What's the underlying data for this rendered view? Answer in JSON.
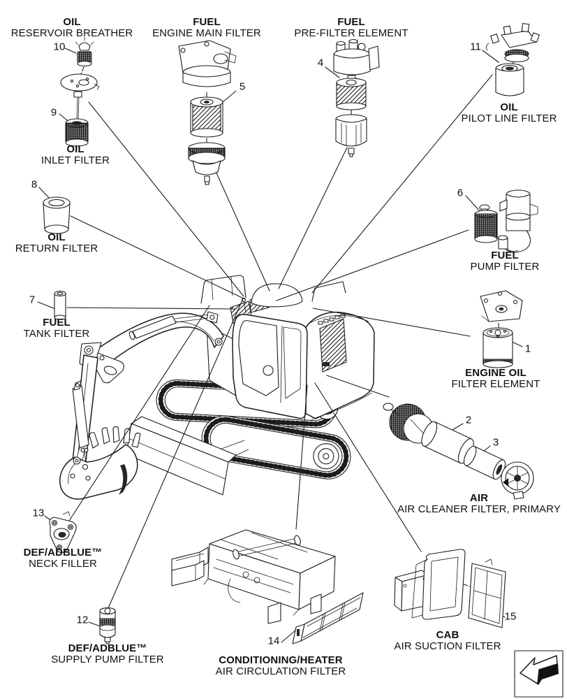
{
  "page": {
    "background": "#ffffff",
    "ink": "#1c1c1c"
  },
  "diagram": {
    "subject": "excavator-filters-exploded-parts-diagram",
    "labels": {
      "reservoir_breather": {
        "title": "OIL",
        "subtitle": "RESERVOIR BREATHER"
      },
      "inlet_filter": {
        "title": "OIL",
        "subtitle": "INLET FILTER"
      },
      "engine_main_filter": {
        "title": "FUEL",
        "subtitle": "ENGINE MAIN FILTER"
      },
      "pre_filter": {
        "title": "FUEL",
        "subtitle": "PRE-FILTER ELEMENT"
      },
      "pilot_line_filter": {
        "title": "OIL",
        "subtitle": "PILOT LINE FILTER"
      },
      "return_filter": {
        "title": "OIL",
        "subtitle": "RETURN FILTER"
      },
      "pump_filter": {
        "title": "FUEL",
        "subtitle": "PUMP FILTER"
      },
      "tank_filter": {
        "title": "FUEL",
        "subtitle": "TANK FILTER"
      },
      "engine_oil": {
        "title": "ENGINE OIL",
        "subtitle": "FILTER ELEMENT"
      },
      "air_cleaner": {
        "title": "AIR",
        "subtitle": "AIR CLEANER FILTER, PRIMARY"
      },
      "def_neck": {
        "title": "DEF/ADBLUE™",
        "subtitle": "NECK FILLER"
      },
      "def_supply": {
        "title": "DEF/ADBLUE™",
        "subtitle": "SUPPLY PUMP FILTER"
      },
      "conditioning": {
        "title": "CONDITIONING/HEATER",
        "subtitle": "AIR CIRCULATION FILTER"
      },
      "cab": {
        "title": "CAB",
        "subtitle": "AIR SUCTION FILTER"
      }
    },
    "callouts": {
      "c1": "1",
      "c2": "2",
      "c3": "3",
      "c4": "4",
      "c5": "5",
      "c6": "6",
      "c7": "7",
      "c8": "8",
      "c9": "9",
      "c10": "10",
      "c11": "11",
      "c12": "12",
      "c13": "13",
      "c14": "14",
      "c15": "15"
    },
    "icons": {
      "corner_arrow": "previous-page-direction-arrow"
    }
  }
}
